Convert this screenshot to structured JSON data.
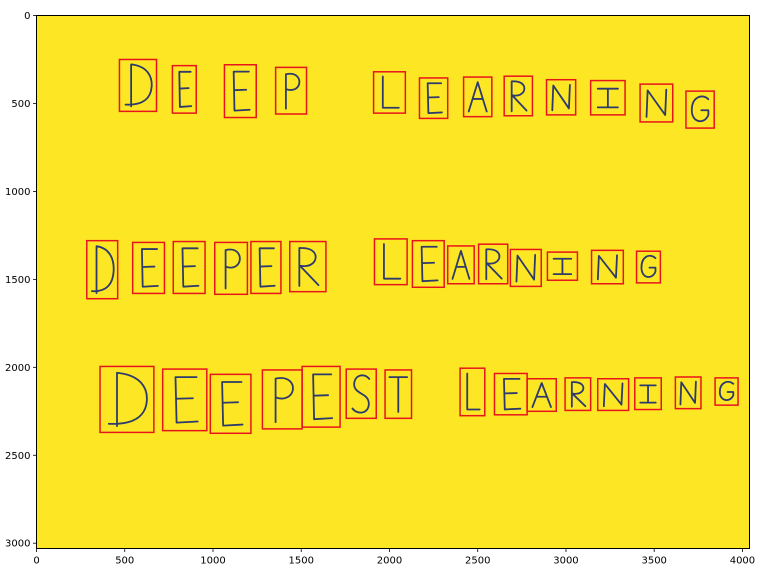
{
  "chart_data": {
    "type": "image-annotation",
    "title": "",
    "xlabel": "",
    "ylabel": "",
    "xlim": [
      0,
      4040
    ],
    "ylim": [
      3030,
      0
    ],
    "xticks": [
      0,
      500,
      1000,
      1500,
      2000,
      2500,
      3000,
      3500,
      4000
    ],
    "yticks": [
      0,
      500,
      1000,
      1500,
      2000,
      2500,
      3000
    ],
    "grid": false,
    "colors": {
      "background": "#fde725",
      "ink": "#2d3a6b",
      "box": "#e8141c",
      "axis": "#000000"
    },
    "rows": [
      {
        "text": "DEEP LEARNING",
        "boxes": [
          {
            "char": "D",
            "x0": 470,
            "y0": 250,
            "x1": 680,
            "y1": 545
          },
          {
            "char": "E",
            "x0": 770,
            "y0": 285,
            "x1": 905,
            "y1": 555
          },
          {
            "char": "E",
            "x0": 1065,
            "y0": 280,
            "x1": 1245,
            "y1": 580
          },
          {
            "char": "P",
            "x0": 1355,
            "y0": 295,
            "x1": 1530,
            "y1": 560
          },
          {
            "char": "L",
            "x0": 1910,
            "y0": 320,
            "x1": 2090,
            "y1": 555
          },
          {
            "char": "E",
            "x0": 2170,
            "y0": 355,
            "x1": 2330,
            "y1": 585
          },
          {
            "char": "A",
            "x0": 2420,
            "y0": 350,
            "x1": 2580,
            "y1": 575
          },
          {
            "char": "R",
            "x0": 2650,
            "y0": 345,
            "x1": 2810,
            "y1": 570
          },
          {
            "char": "N",
            "x0": 2890,
            "y0": 365,
            "x1": 3055,
            "y1": 565
          },
          {
            "char": "I",
            "x0": 3140,
            "y0": 370,
            "x1": 3335,
            "y1": 565
          },
          {
            "char": "N",
            "x0": 3420,
            "y0": 390,
            "x1": 3605,
            "y1": 605
          },
          {
            "char": "G",
            "x0": 3680,
            "y0": 430,
            "x1": 3840,
            "y1": 640
          }
        ]
      },
      {
        "text": "DEEPER LEARNING",
        "boxes": [
          {
            "char": "D",
            "x0": 285,
            "y0": 1280,
            "x1": 460,
            "y1": 1610
          },
          {
            "char": "E",
            "x0": 545,
            "y0": 1290,
            "x1": 725,
            "y1": 1580
          },
          {
            "char": "E",
            "x0": 775,
            "y0": 1285,
            "x1": 955,
            "y1": 1580
          },
          {
            "char": "P",
            "x0": 1010,
            "y0": 1290,
            "x1": 1195,
            "y1": 1585
          },
          {
            "char": "E",
            "x0": 1215,
            "y0": 1285,
            "x1": 1385,
            "y1": 1580
          },
          {
            "char": "R",
            "x0": 1435,
            "y0": 1285,
            "x1": 1640,
            "y1": 1570
          },
          {
            "char": "L",
            "x0": 1915,
            "y0": 1270,
            "x1": 2100,
            "y1": 1530
          },
          {
            "char": "E",
            "x0": 2130,
            "y0": 1280,
            "x1": 2310,
            "y1": 1545
          },
          {
            "char": "A",
            "x0": 2330,
            "y0": 1310,
            "x1": 2480,
            "y1": 1525
          },
          {
            "char": "R",
            "x0": 2505,
            "y0": 1300,
            "x1": 2670,
            "y1": 1525
          },
          {
            "char": "N",
            "x0": 2685,
            "y0": 1330,
            "x1": 2860,
            "y1": 1540
          },
          {
            "char": "I",
            "x0": 2895,
            "y0": 1345,
            "x1": 3065,
            "y1": 1505
          },
          {
            "char": "N",
            "x0": 3145,
            "y0": 1335,
            "x1": 3325,
            "y1": 1525
          },
          {
            "char": "G",
            "x0": 3400,
            "y0": 1340,
            "x1": 3535,
            "y1": 1520
          }
        ]
      },
      {
        "text": "DEEPEST LEARNING",
        "boxes": [
          {
            "char": "D",
            "x0": 360,
            "y0": 1995,
            "x1": 665,
            "y1": 2370
          },
          {
            "char": "E",
            "x0": 715,
            "y0": 2010,
            "x1": 965,
            "y1": 2360
          },
          {
            "char": "E",
            "x0": 985,
            "y0": 2040,
            "x1": 1215,
            "y1": 2375
          },
          {
            "char": "P",
            "x0": 1280,
            "y0": 2015,
            "x1": 1505,
            "y1": 2350
          },
          {
            "char": "E",
            "x0": 1505,
            "y0": 1995,
            "x1": 1720,
            "y1": 2340
          },
          {
            "char": "S",
            "x0": 1755,
            "y0": 2010,
            "x1": 1925,
            "y1": 2290
          },
          {
            "char": "T",
            "x0": 1975,
            "y0": 2015,
            "x1": 2125,
            "y1": 2290
          },
          {
            "char": "L",
            "x0": 2400,
            "y0": 2005,
            "x1": 2540,
            "y1": 2275
          },
          {
            "char": "E",
            "x0": 2595,
            "y0": 2035,
            "x1": 2780,
            "y1": 2270
          },
          {
            "char": "A",
            "x0": 2780,
            "y0": 2065,
            "x1": 2945,
            "y1": 2250
          },
          {
            "char": "R",
            "x0": 2995,
            "y0": 2060,
            "x1": 3140,
            "y1": 2245
          },
          {
            "char": "N",
            "x0": 3180,
            "y0": 2065,
            "x1": 3355,
            "y1": 2245
          },
          {
            "char": "I",
            "x0": 3390,
            "y0": 2060,
            "x1": 3540,
            "y1": 2240
          },
          {
            "char": "N",
            "x0": 3620,
            "y0": 2055,
            "x1": 3765,
            "y1": 2235
          },
          {
            "char": "G",
            "x0": 3845,
            "y0": 2060,
            "x1": 3975,
            "y1": 2215
          }
        ]
      }
    ]
  }
}
